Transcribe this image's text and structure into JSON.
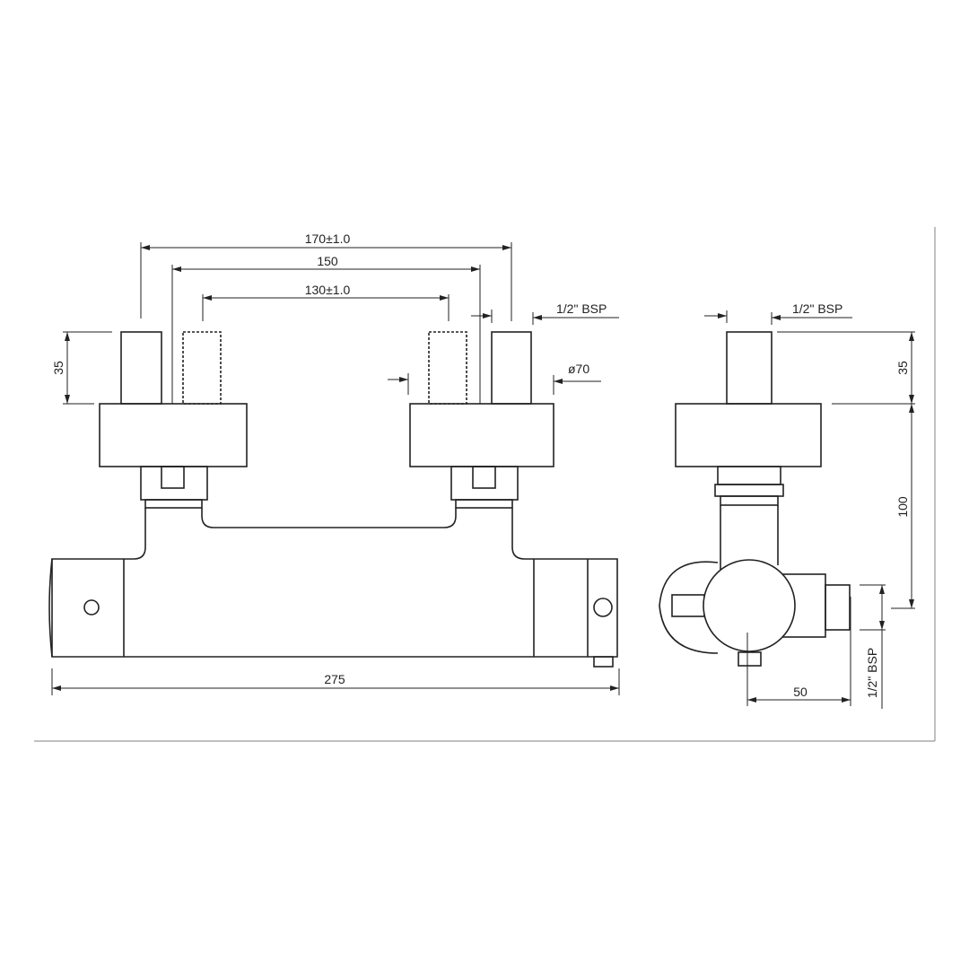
{
  "front_view": {
    "dim_overall_pipes": "170±1.0",
    "dim_centers": "150",
    "dim_inner": "130±1.0",
    "dim_pipe_height": "35",
    "dim_thread": "1/2\" BSP",
    "dim_diameter": "ø70",
    "dim_length": "275"
  },
  "side_view": {
    "dim_thread_top": "1/2\" BSP",
    "dim_pipe_height": "35",
    "dim_height": "100",
    "dim_thread_outlet": "1/2\" BSP",
    "dim_depth": "50"
  }
}
